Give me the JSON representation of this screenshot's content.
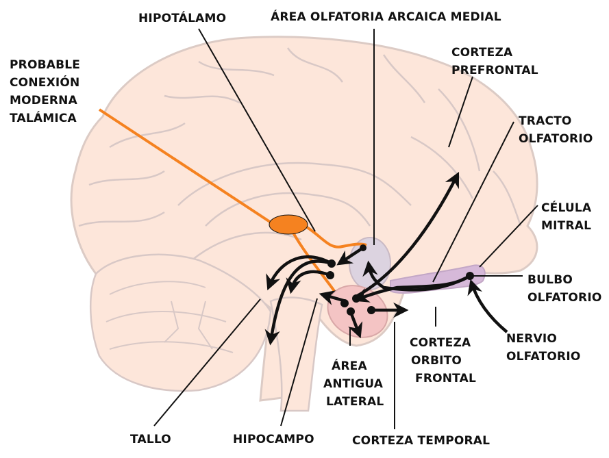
{
  "colors": {
    "brain_fill": "#fde6da",
    "brain_outline": "#d9c9c4",
    "gyrus_highlight": "#f9d8c6",
    "orange_pathway": "#f58220",
    "medial_area": "#dcd3e0",
    "lateral_area": "#f4c4c4",
    "bulb": "#d6b9d9",
    "ink": "#111111"
  },
  "labels": {
    "hipotalamo": [
      "HIPOTÁLAMO"
    ],
    "area_olfatoria_medial": [
      "ÁREA OLFATORIA ARCAICA MEDIAL"
    ],
    "probable_conexion": [
      "PROBABLE",
      "CONEXIÓN",
      "MODERNA",
      "TALÁMICA"
    ],
    "corteza_prefrontal": [
      "CORTEZA",
      "PREFRONTAL"
    ],
    "tracto_olfatorio": [
      "TRACTO",
      "OLFATORIO"
    ],
    "celula_mitral": [
      "CÉLULA",
      "MITRAL"
    ],
    "bulbo_olfatorio": [
      "BULBO",
      "OLFATORIO"
    ],
    "nervio_olfatorio": [
      "NERVIO",
      "OLFATORIO"
    ],
    "corteza_orbito_frontal": [
      "CORTEZA",
      "ORBITO",
      "FRONTAL"
    ],
    "area_antigua_lateral": [
      "ÁREA",
      "ANTIGUA",
      "LATERAL"
    ],
    "tallo": [
      "TALLO"
    ],
    "hipocampo": [
      "HIPOCAMPO"
    ],
    "corteza_temporal": [
      "CORTEZA TEMPORAL"
    ]
  }
}
